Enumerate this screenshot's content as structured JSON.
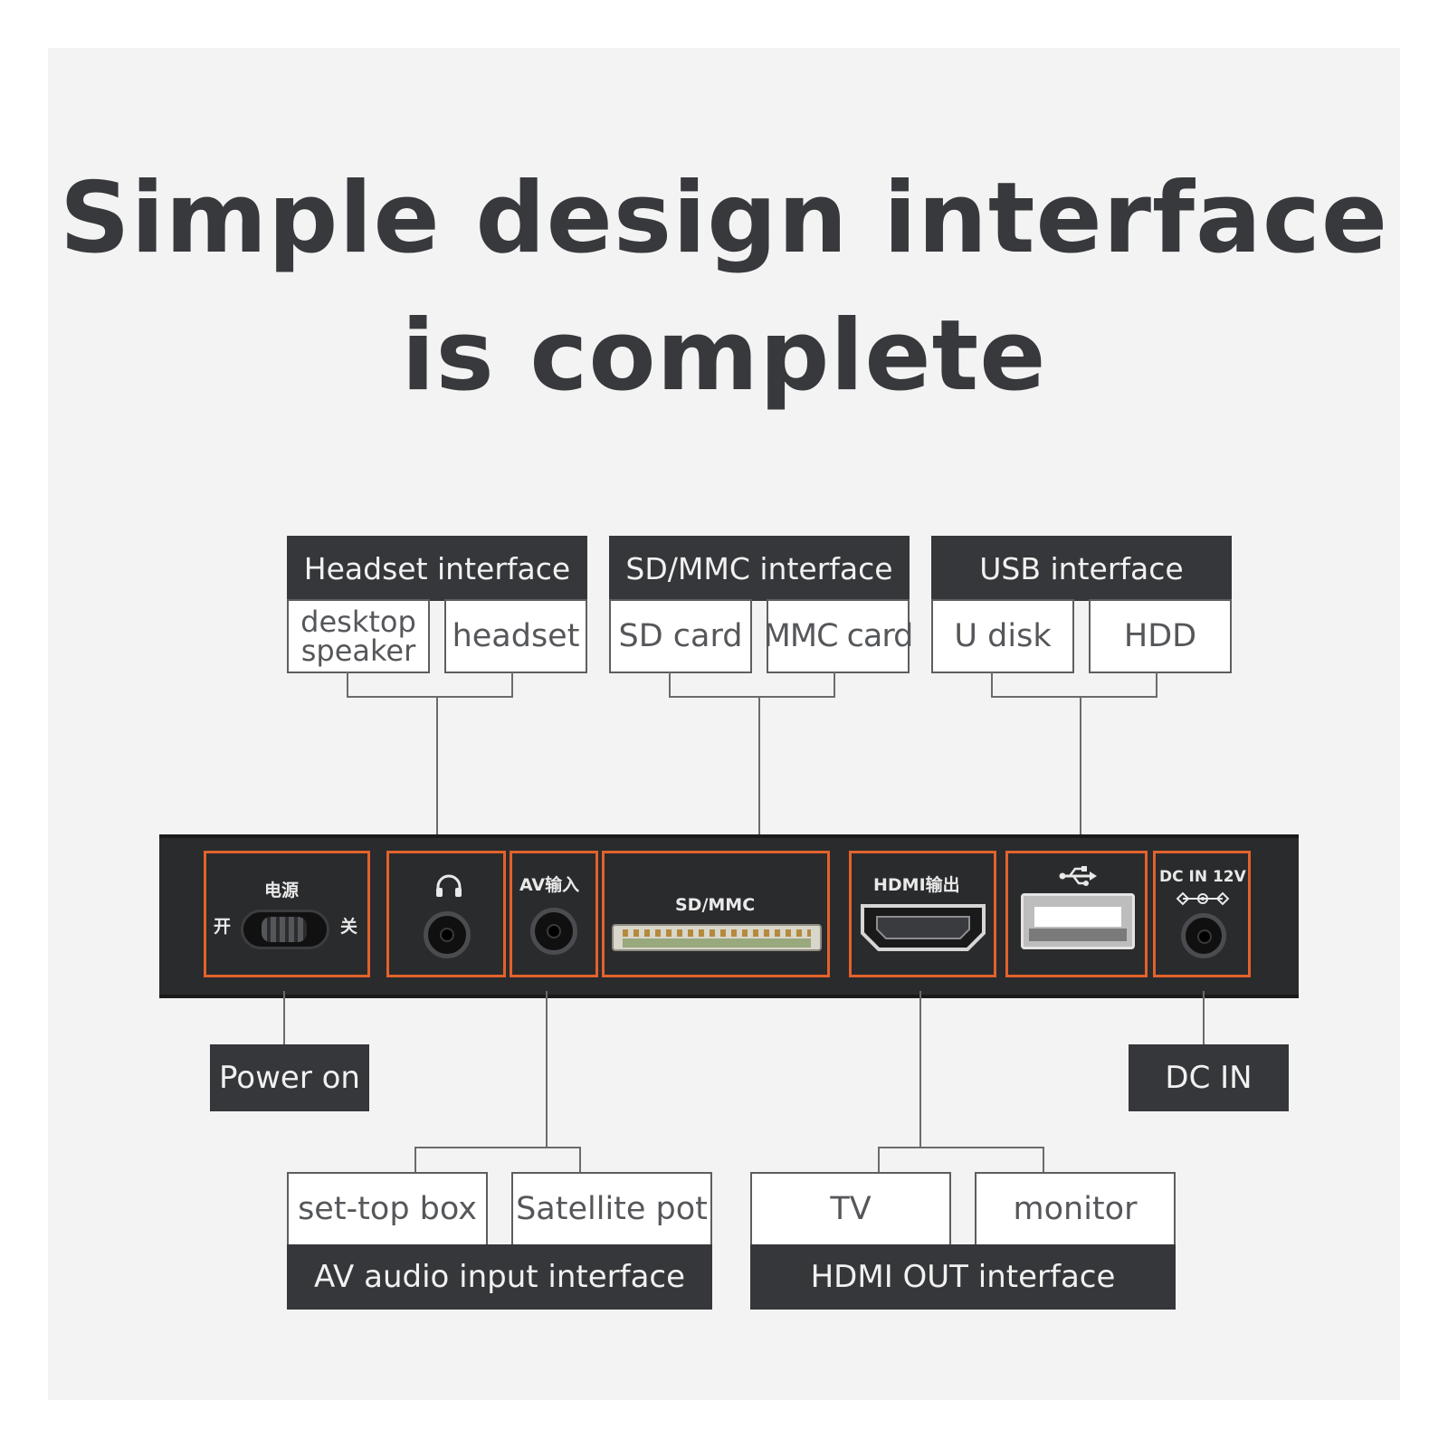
{
  "heading": {
    "line1": "Simple design interface",
    "line2": "is complete"
  },
  "top_groups": [
    {
      "title": "Headset interface",
      "items": [
        "desktop speaker",
        "headset"
      ]
    },
    {
      "title": "SD/MMC interface",
      "items": [
        "SD card",
        "MMC card"
      ]
    },
    {
      "title": "USB interface",
      "items": [
        "U disk",
        "HDD"
      ]
    }
  ],
  "panel_labels": {
    "power": "电源",
    "on": "开",
    "off": "关",
    "av": "AV输入",
    "sd": "SD/MMC",
    "hdmi": "HDMI输出",
    "dc": "DC IN 12V"
  },
  "callouts": {
    "power_on": "Power on",
    "dc_in": "DC IN"
  },
  "bottom_groups": [
    {
      "title": "AV audio input interface",
      "items": [
        "set-top box",
        "Satellite pot"
      ]
    },
    {
      "title": "HDMI OUT interface",
      "items": [
        "TV",
        "monitor"
      ]
    }
  ],
  "colors": {
    "background": "#f3f3f3",
    "header_fill": "#36373a",
    "panel_fill": "#2a2b2d",
    "port_outline": "#e2622b"
  },
  "icons": [
    "headphone-icon",
    "usb-icon",
    "dc-polarity-icon"
  ]
}
